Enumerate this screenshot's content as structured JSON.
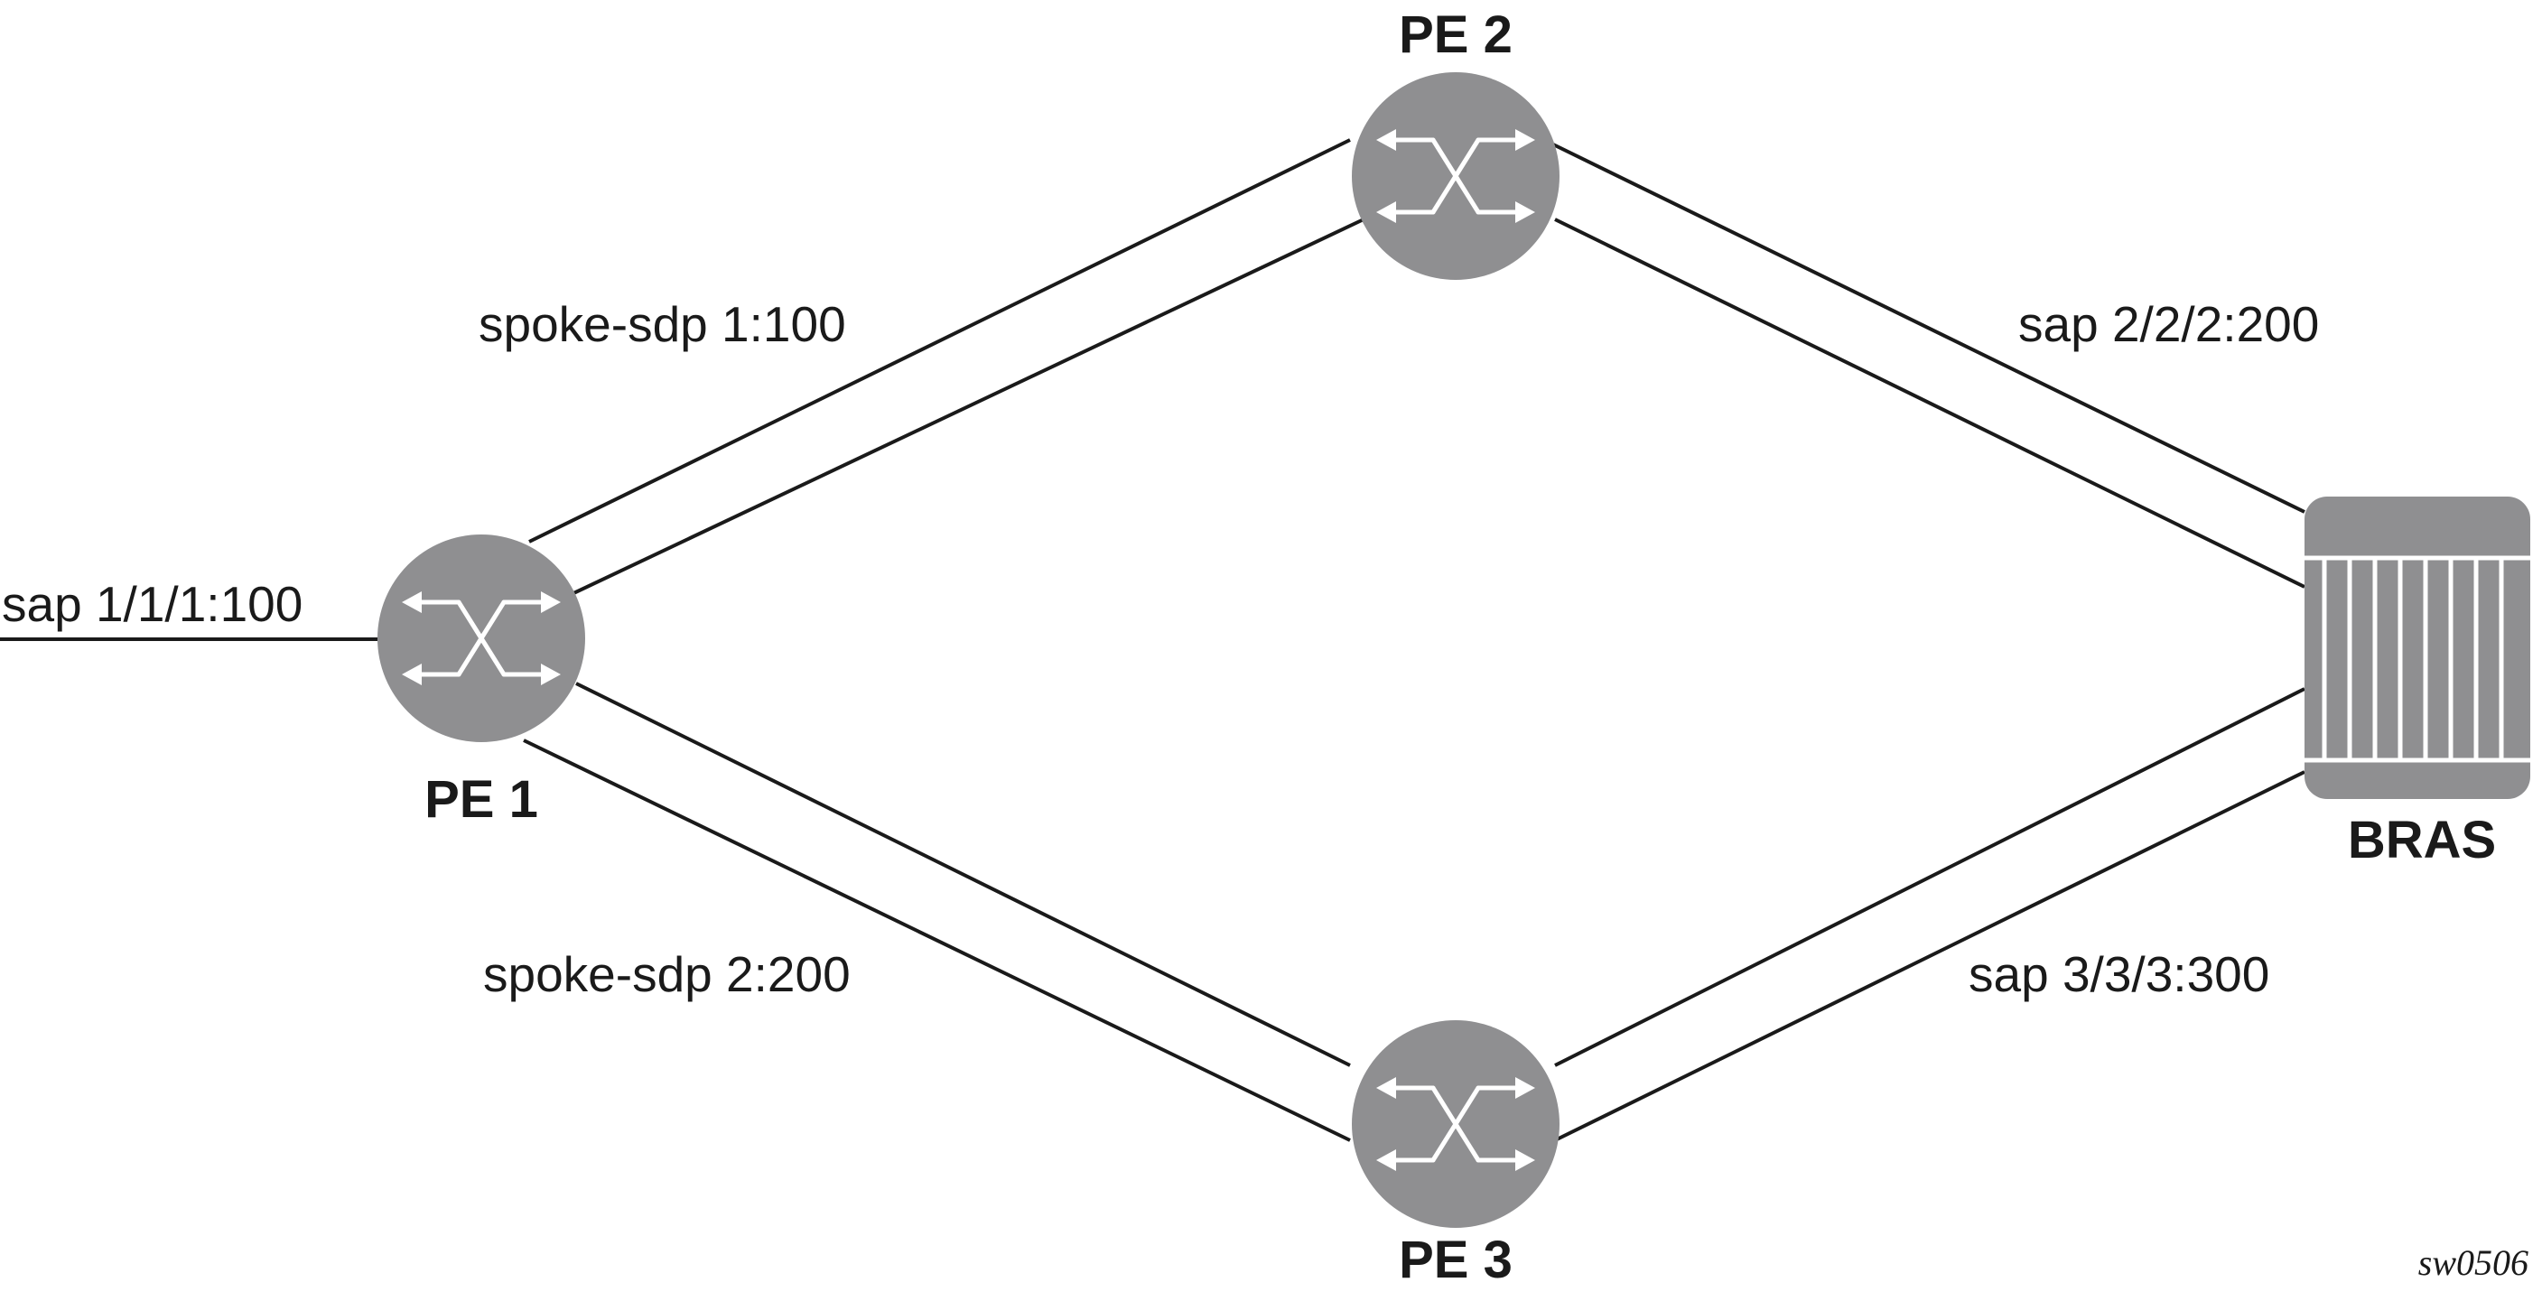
{
  "diagram": {
    "nodes": {
      "pe1": {
        "label": "PE 1",
        "icon": "router-icon"
      },
      "pe2": {
        "label": "PE 2",
        "icon": "router-icon"
      },
      "pe3": {
        "label": "PE 3",
        "icon": "router-icon"
      },
      "bras": {
        "label": "BRAS",
        "icon": "bras-chassis-icon"
      }
    },
    "links": {
      "pe1_pe2": "spoke-sdp 1:100",
      "pe1_pe3": "spoke-sdp 2:200",
      "access_pe1": "sap 1/1/1:100",
      "pe2_bras": "sap 2/2/2:200",
      "pe3_bras": "sap 3/3/3:300"
    },
    "figure_id": "sw0506",
    "colors": {
      "node_fill": "#8f8f91",
      "line": "#1a1a1a",
      "glyph": "#ffffff"
    }
  }
}
